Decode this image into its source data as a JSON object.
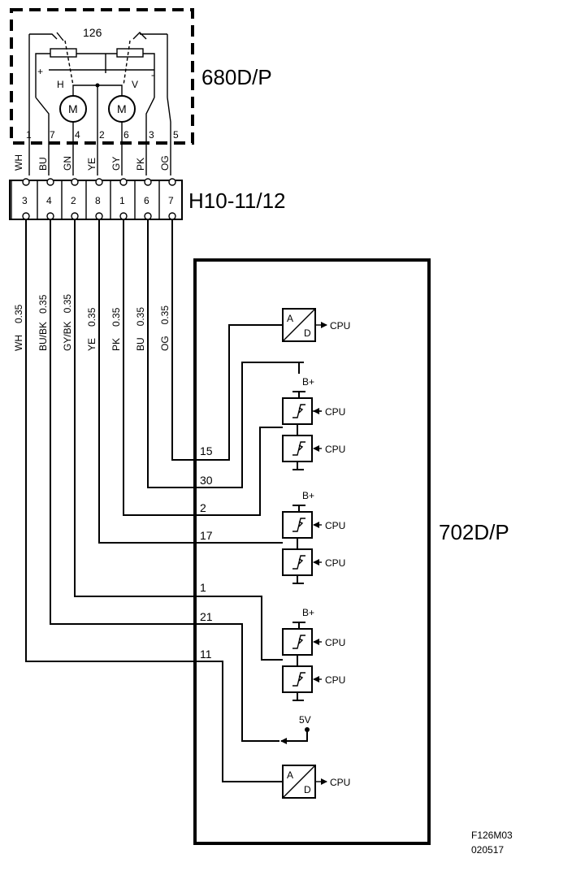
{
  "component_top": {
    "label": "680D/P",
    "number": "126",
    "plus_sign": "+",
    "minus_sign": "-",
    "h_label": "H",
    "v_label": "V",
    "motor_label": "M",
    "pins": [
      "1",
      "7",
      "4",
      "2",
      "6",
      "3",
      "5"
    ],
    "wire_colors": [
      "WH",
      "BU",
      "GN",
      "YE",
      "GY",
      "PK",
      "OG"
    ]
  },
  "connector": {
    "label": "H10-11/12",
    "pins": [
      "3",
      "4",
      "2",
      "8",
      "1",
      "6",
      "7"
    ]
  },
  "harness": {
    "wires": [
      {
        "color": "WH",
        "size": "0.35"
      },
      {
        "color": "BU/BK",
        "size": "0.35"
      },
      {
        "color": "GY/BK",
        "size": "0.35"
      },
      {
        "color": "YE",
        "size": "0.35"
      },
      {
        "color": "PK",
        "size": "0.35"
      },
      {
        "color": "BU",
        "size": "0.35"
      },
      {
        "color": "OG",
        "size": "0.35"
      }
    ]
  },
  "module": {
    "label": "702D/P",
    "pins": [
      "15",
      "30",
      "2",
      "17",
      "1",
      "21",
      "11"
    ],
    "adc": {
      "a": "A",
      "d": "D"
    },
    "cpu_label": "CPU",
    "bplus_label": "B+",
    "five_v_label": "5V"
  },
  "footer": {
    "code": "F126M03",
    "date": "020517"
  }
}
